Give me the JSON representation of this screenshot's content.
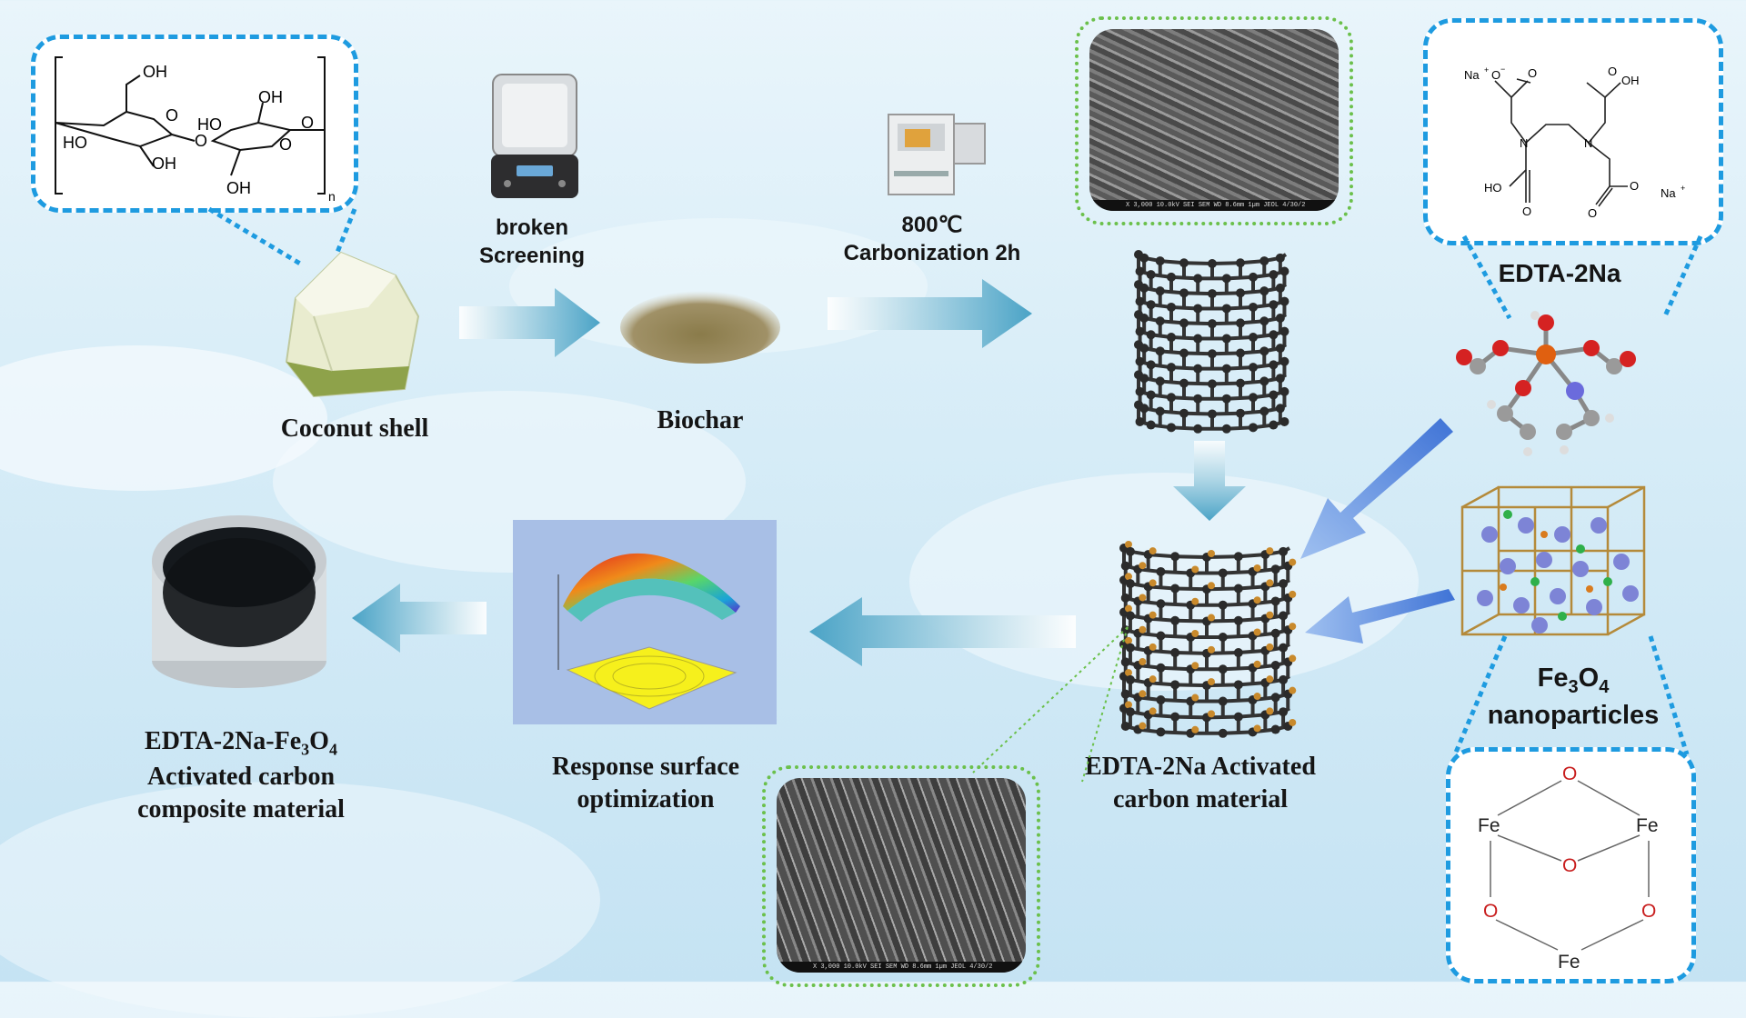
{
  "steps": {
    "coconut_label": "Coconut shell",
    "crush_label_line1": "broken",
    "crush_label_line2": "Screening",
    "biochar_label": "Biochar",
    "carbonize_label_line1": "800℃",
    "carbonize_label_line2": "Carbonization 2h",
    "activated_label_line1": "EDTA-2Na Activated",
    "activated_label_line2": "carbon material",
    "rsm_label_line1": "Response surface",
    "rsm_label_line2": "optimization",
    "composite_label_line1": "EDTA-2Na-Fe",
    "composite_sub1": "3",
    "composite_mid": "O",
    "composite_sub2": "4",
    "composite_label_line2": "Activated carbon",
    "composite_label_line3": "composite material"
  },
  "reagents": {
    "edta_label": "EDTA-2Na",
    "fe3o4_fe": "Fe",
    "fe3o4_sub1": "3",
    "fe3o4_o": "O",
    "fe3o4_sub2": "4",
    "fe3o4_line2": "nanoparticles"
  },
  "cellulose": {
    "oh_1": "OH",
    "oh_2": "HO",
    "oh_3": "OH",
    "oh_4": "HO",
    "oh_5": "OH",
    "oh_6": "OH",
    "o_link": "O",
    "o_ring1": "O",
    "o_ring2": "O",
    "o_end": "O",
    "n": "n"
  },
  "edta_structure": {
    "na1": "Na",
    "na1_sup": "+",
    "o_minus1": "O",
    "minus": "−",
    "o1": "O",
    "oh1": "OH",
    "o2": "O",
    "n1": "N",
    "n2": "N",
    "ho": "HO",
    "o3": "O",
    "o4": "O",
    "o_minus2": "O",
    "na2": "Na",
    "na2_sup": "+"
  },
  "fe3o4_structure": {
    "o_top": "O",
    "fe_left": "Fe",
    "fe_right": "Fe",
    "o_mid": "O",
    "o_left": "O",
    "o_right": "O",
    "fe_bottom": "Fe"
  },
  "sem_scale": {
    "top": "X 3,000    10.0kV SEI    SEM    WD 8.6mm  1µm  JEOL  4/30/2",
    "bottom": "X 3,000    10.0kV SEI    SEM    WD 8.6mm  1µm  JEOL  4/30/2"
  },
  "colors": {
    "flow_arrow": "#4aa3c6",
    "reagent_arrow": "#3f73d6",
    "dash_border": "#1e9be0",
    "dot_border": "#6bc04b",
    "oxygen_red": "#c81e1e"
  }
}
